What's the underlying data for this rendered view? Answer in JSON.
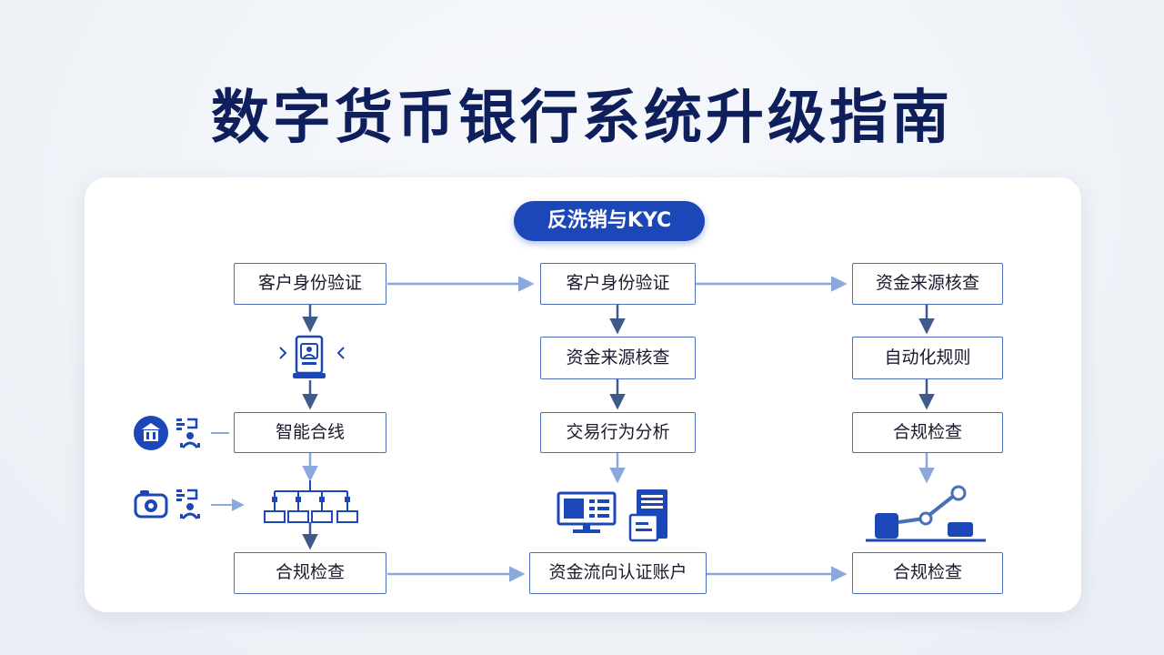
{
  "title": "数字货币银行系统升级指南",
  "section_pill": "反洗销与KYC",
  "columns": {
    "left": {
      "nodes": [
        "客户身份验证",
        "智能合线",
        "合规检查"
      ]
    },
    "middle": {
      "nodes": [
        "客户身份验证",
        "资金来源核查",
        "交易行为分析",
        "资金流向认证账户"
      ]
    },
    "right": {
      "nodes": [
        "资金来源核查",
        "自动化规则",
        "合规检查",
        "合规检查"
      ]
    }
  },
  "icons": {
    "id_card": "id-card-phone-icon",
    "bank": "bank-icon",
    "people_a": "people-network-icon",
    "camera": "camera-icon",
    "people_b": "people-network-icon",
    "tree": "hierarchy-tree-icon",
    "monitor": "monitor-dashboard-icon",
    "document": "document-stack-icon",
    "robot_arm": "robot-arm-icon"
  },
  "colors": {
    "title": "#0f1f5c",
    "accent": "#1c47b8",
    "node_border": "#4a6fb8",
    "arrow_dark": "#3d5a8a",
    "arrow_light": "#8aa8dc"
  }
}
